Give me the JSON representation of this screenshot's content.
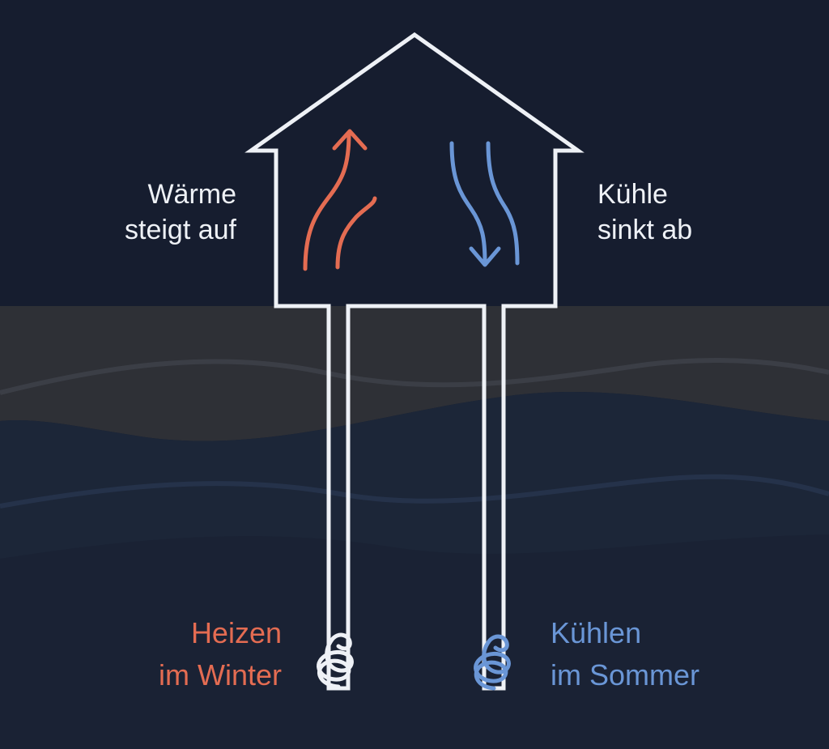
{
  "labels": {
    "warm_rises": [
      "Wärme",
      "steigt auf"
    ],
    "cool_sinks": [
      "Kühle",
      "sinkt ab"
    ],
    "heating": [
      "Heizen",
      "im Winter"
    ],
    "cooling": [
      "Kühlen",
      "im Sommer"
    ]
  },
  "colors": {
    "background": "#161d2f",
    "soil_top": "#2e3036",
    "soil_deep": "#1c2638",
    "outline": "#eef1f6",
    "heat": "#e46c52",
    "cool": "#6a96d6"
  }
}
